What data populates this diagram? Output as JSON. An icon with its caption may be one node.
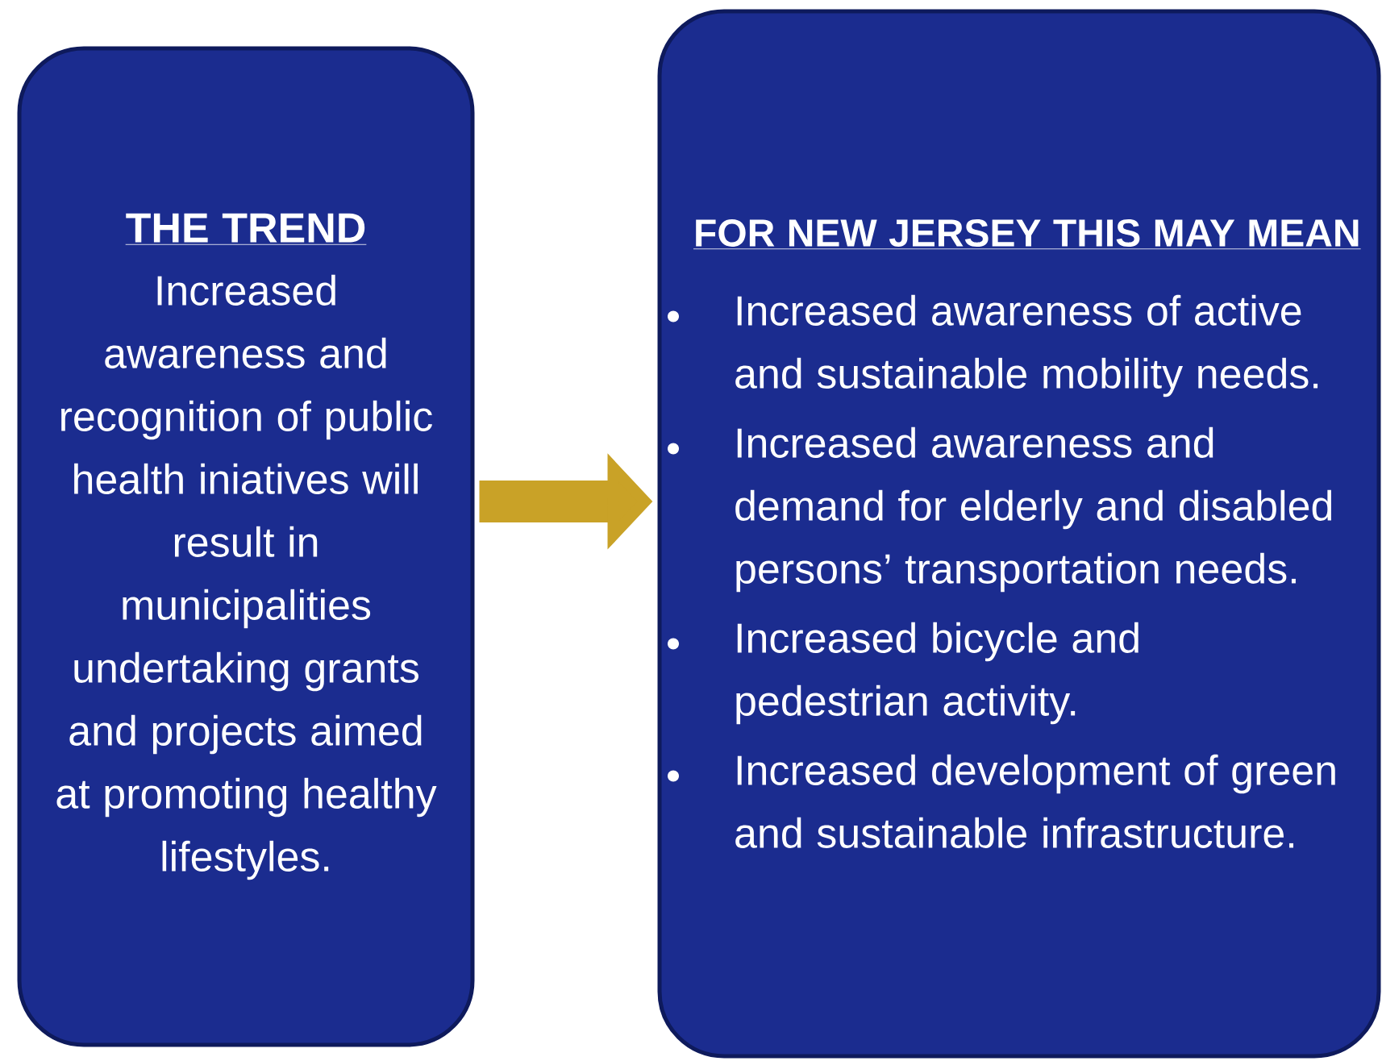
{
  "diagram": {
    "nodes": [
      {
        "text": [
          "THE TREND",
          "Increased awareness and recognition of public health iniatives will result in municipalities undertaking grants and projects aimed at promoting healthy lifestyles."
        ]
      },
      {
        "text": [
          "FOR NEW JERSEY THIS MAY MEAN",
          "Increased awareness of active and sustainable mobility needs.",
          "Increased awareness and demand for elderly and disabled persons’ transportation needs.",
          "Increased bicycle and pedestrian activity.",
          "Increased development of green and sustainable infrastructure."
        ]
      }
    ],
    "edges": [
      {
        "from": 0,
        "to": 1,
        "arrow": "to"
      }
    ]
  }
}
